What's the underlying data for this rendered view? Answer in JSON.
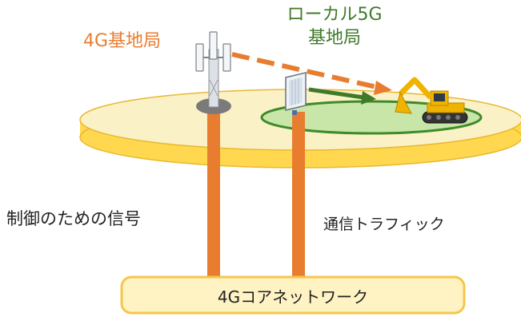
{
  "labels": {
    "lte_base_station": "4G基地局",
    "local5g_base_station_line1": "ローカル5G",
    "local5g_base_station_line2": "基地局",
    "control_signal": "制御のための信号",
    "traffic": "通信トラフィック",
    "core_network": "4Gコアネットワーク"
  },
  "colors": {
    "orange": "#e87d2f",
    "dark_green": "#3f7a2a",
    "disk_top": "#fbf1c6",
    "disk_side": "#ffd84f",
    "disk_edge": "#e8b830",
    "zone_fill": "#c8e6a8",
    "zone_edge": "#3f8a2a",
    "core_fill": "#fff3c4",
    "core_edge": "#f6c64a",
    "pylon": "#cfd5da",
    "text": "#222222"
  },
  "icons": {
    "lte_tower": "cell-tower-icon",
    "local5g_antenna": "panel-antenna-icon",
    "machine": "excavator-icon"
  }
}
